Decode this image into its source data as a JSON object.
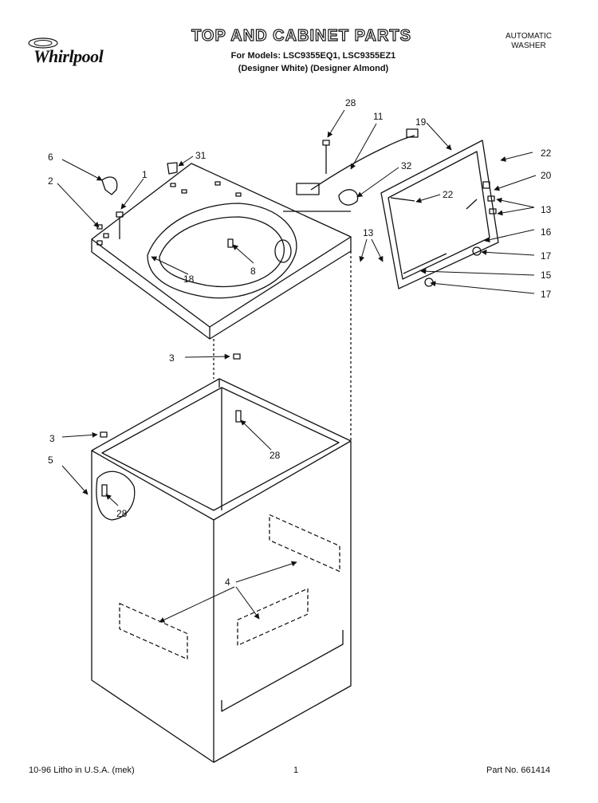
{
  "header": {
    "brand": "Whirlpool",
    "title": "TOP AND CABINET PARTS",
    "models_line": "For Models: LSC9355EQ1, LSC9355EZ1",
    "finish_line": "(Designer White) (Designer Almond)",
    "product_line1": "AUTOMATIC",
    "product_line2": "WASHER"
  },
  "callouts": [
    "28",
    "11",
    "19",
    "22",
    "6",
    "31",
    "1",
    "32",
    "2",
    "22",
    "20",
    "13",
    "13",
    "16",
    "8",
    "17",
    "18",
    "15",
    "17",
    "3",
    "28",
    "3",
    "5",
    "28",
    "4"
  ],
  "footer": {
    "litho": "10-96 Litho in U.S.A. (mek)",
    "page": "1",
    "part_no": "Part No. 661414"
  }
}
